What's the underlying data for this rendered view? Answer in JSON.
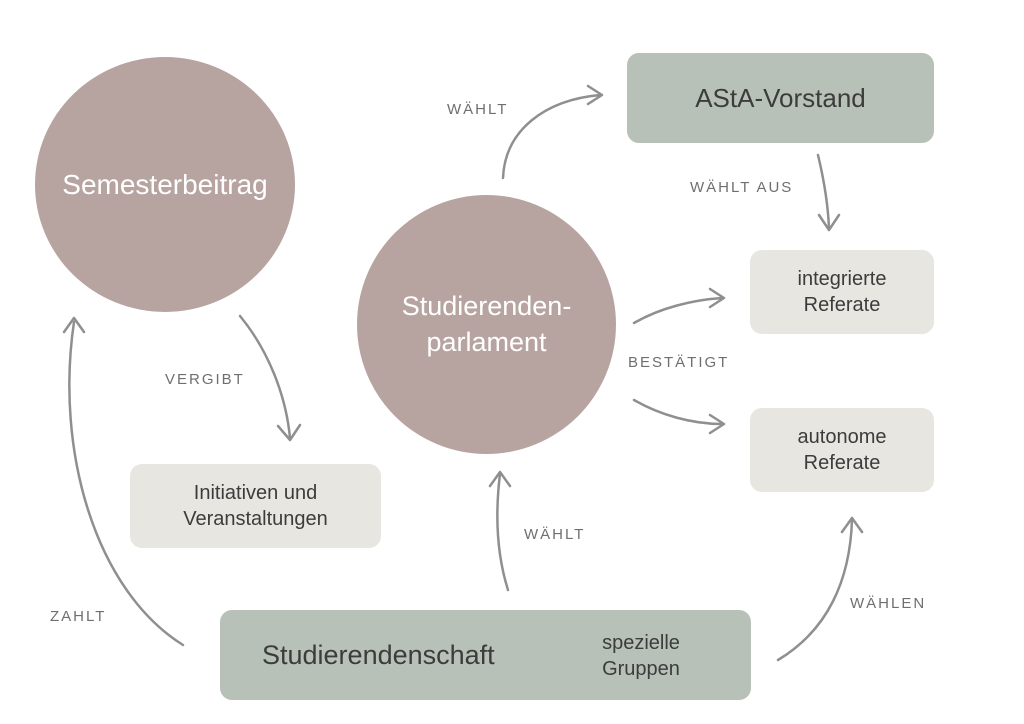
{
  "nodes": {
    "semesterbeitrag": "Semesterbeitrag",
    "studierendenparlament": "Studierenden-\nparlament",
    "asta_vorstand": "AStA-Vorstand",
    "integrierte_referate": "integrierte\nReferate",
    "autonome_referate": "autonome\nReferate",
    "initiativen": "Initiativen und\nVeranstaltungen",
    "studierendenschaft": "Studierendenschaft",
    "spezielle_gruppen": "spezielle\nGruppen"
  },
  "edges": {
    "waehlt_top": "WÄHLT",
    "waehlt_aus": "WÄHLT AUS",
    "vergibt": "VERGIBT",
    "bestaetigt": "BESTÄTIGT",
    "waehlt_bottom": "WÄHLT",
    "zahlt": "ZAHLT",
    "waehlen": "WÄHLEN"
  },
  "colors": {
    "circle": "#b7a4a1",
    "green_box": "#b8c1b7",
    "grey_box": "#e7e6e1",
    "arrow": "#8f8f8f"
  }
}
